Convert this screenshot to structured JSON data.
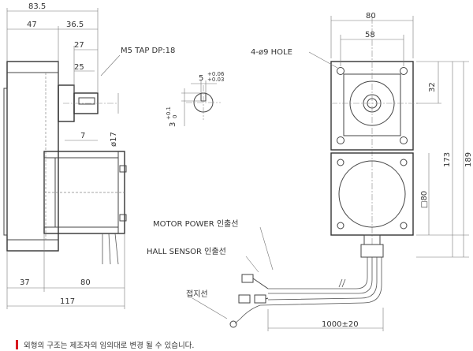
{
  "dimensions": {
    "total_width": "83.5",
    "flange_width": "47",
    "shaft_offset": "36.5",
    "tap_offset": "27",
    "shaft_length": "25",
    "shaft_dia": "ø17",
    "key_length": "7",
    "base_left": "37",
    "base_right": "80",
    "base_total": "117",
    "key_depth": "3",
    "key_depth_tol": "+0.1",
    "key_depth_tol_low": "0",
    "key_width": "5",
    "key_width_tol_up": "+0.06",
    "key_width_tol_low": "+0.03",
    "front_width": "80",
    "hole_pitch": "58",
    "gear_offset": "32",
    "motor_square": "□80",
    "height_173": "173",
    "height_189": "189",
    "cable_length": "1000±20"
  },
  "labels": {
    "tap": "M5 TAP DP:18",
    "hole": "4-ø9 HOLE",
    "motor_power": "MOTOR POWER 인출선",
    "hall_sensor": "HALL SENSOR 인출선",
    "ground": "접지선"
  },
  "footer": {
    "note": "외형의 구조는 제조자의 임의대로 변경 될 수 있습니다.",
    "accent_color": "#d81920"
  }
}
